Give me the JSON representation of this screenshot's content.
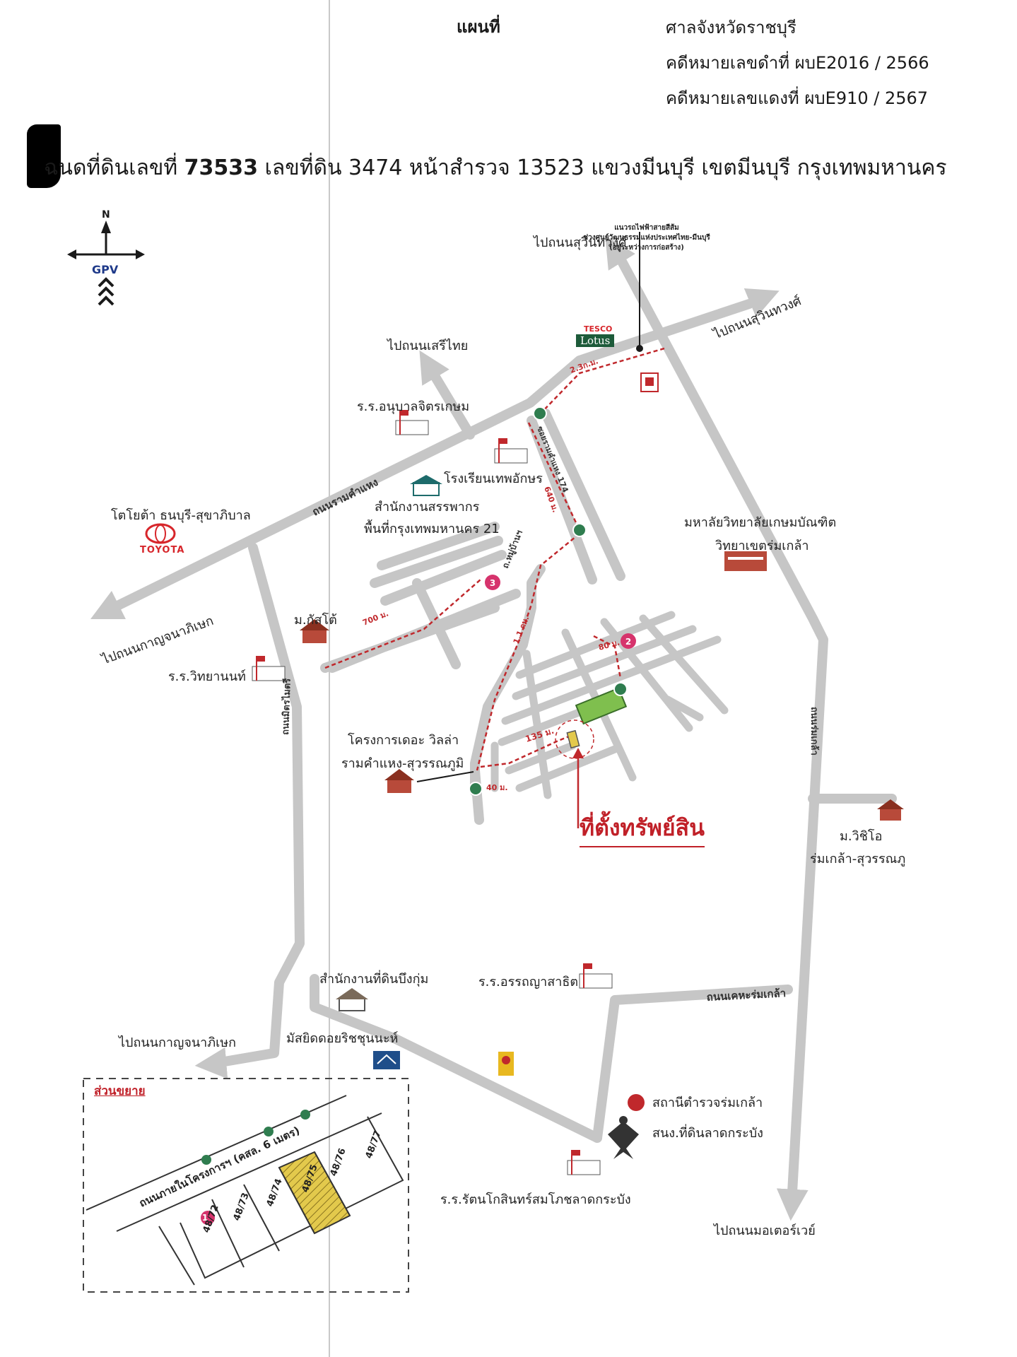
{
  "header": {
    "title": "แผนที่",
    "court": "ศาลจังหวัดราชบุรี",
    "black_case": "คดีหมายเลขดำที่  ผบE2016 / 2566",
    "red_case": "คดีหมายเลขแดงที่ ผบE910 / 2567"
  },
  "deed": {
    "prefix": "ฉนดที่ดินเลขที่ ",
    "number": "73533",
    "rest": " เลขที่ดิน 3474 หน้าสำรวจ 13523 แขวงมีนบุรี เขตมีนบุรี กรุงเทพมหานคร"
  },
  "compass": {
    "north": "N",
    "logo": "GPV"
  },
  "destinations": {
    "to_suwinthawong_top": "ไปถนนสุวินทวงศ์",
    "to_suwinthawong_right": "ไปถนนสุวินทวงศ์",
    "to_serithai": "ไปถนนเสรีไทย",
    "to_kanchanaphisek_left": "ไปถนนกาญจนาภิเษก",
    "to_kanchanaphisek_bottom": "ไปถนนกาญจนาภิเษก",
    "to_motorway": "ไปถนนมอเตอร์เวย์"
  },
  "roads": {
    "ramkhamhaeng": "ถนนรามคำแหง",
    "soi_174": "ซอยรามคำแหง 174",
    "rom_klao": "ถนนร่มเกล้า",
    "mit_mai": "ถนนมิตรไมตรี",
    "muban_road": "ถ.หมู่บ้านฯ",
    "ket_rom_klao": "ถนนเคหะร่มเกล้า"
  },
  "distances": {
    "d_2_3km": "2.3ก.ม.",
    "d_640m": "640 ม.",
    "d_700m": "700 ม.",
    "d_1_1km": "1.1 กม.",
    "d_80m": "80 ม.",
    "d_135m": "135 ม.",
    "d_40m": "40 ม."
  },
  "landmarks": {
    "tesco": "TESCO",
    "lotus": "Lotus",
    "anuban": "ร.ร.อนุบาลจิตรเกษม",
    "thep_akson": "โรงเรียนเทพอักษร",
    "revenue_1": "สำนักงานสรรพากร",
    "revenue_2": "พื้นที่กรุงเทพมหานคร 21",
    "toyota_1": "โตโยต้า ธนบุรี-สุขาภิบาล",
    "toyota_brand": "TOYOTA",
    "kasetbundit_1": "มหาลัยวิทยาลัยเกษมบัณฑิต",
    "kasetbundit_2": "วิทยาเขตร่มเกล้า",
    "kasadai": "ม.กัสโต้",
    "wittayanan": "ร.ร.วิทยานนท์",
    "villa_1": "โครงการเดอะ วิลล่า",
    "villa_2": "รามคำแหง-สุวรรณภูมิ",
    "vichio_1": "ม.วิชิโอ",
    "vichio_2": "ร่มเกล้า-สุวรรณภู",
    "land_office": "สำนักงานที่ดินบึงกุ่ม",
    "ansatya": "ร.ร.อรรถญาสาธิต",
    "mosque": "มัสยิดดอยริชชุนนะห์",
    "police": "สถานีตำรวจร่มเกล้า",
    "land_office_2": "สนง.ที่ดินลาดกระบัง",
    "rattanakosin": "ร.ร.รัตนโกสินทร์สมโภชลาดกระบัง",
    "property": "ที่ตั้งทรัพย์สิน",
    "note_1": "แนวรถไฟฟ้าสายสีส้ม",
    "note_2": "ช่วงศูนย์วัฒนธรรมแห่งประเทศไทย-มีนบุรี",
    "note_3": "(อยู่ระหว่างการก่อสร้าง)"
  },
  "markers": {
    "m1": "1",
    "m2": "2",
    "m3": "3"
  },
  "inset": {
    "title": "ส่วนขยาย",
    "road": "ถนนภายในโครงการฯ (คสล. 6 เมตร)",
    "lots": [
      "48/72",
      "48/73",
      "48/74",
      "48/75",
      "48/76",
      "48/77"
    ]
  },
  "colors": {
    "road": "#c6c6c6",
    "route": "#c0282c",
    "property": "#e3c94c",
    "parcel": "#7fbf4e"
  }
}
